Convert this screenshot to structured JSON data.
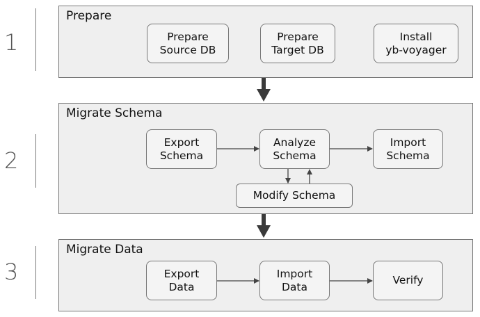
{
  "steps": [
    {
      "number": "1",
      "title": "Prepare",
      "boxes": [
        [
          "Prepare",
          "Source DB"
        ],
        [
          "Prepare",
          "Target DB"
        ],
        [
          "Install",
          "yb-voyager"
        ]
      ]
    },
    {
      "number": "2",
      "title": "Migrate Schema",
      "boxes": [
        [
          "Export",
          "Schema"
        ],
        [
          "Analyze",
          "Schema"
        ],
        [
          "Import",
          "Schema"
        ],
        [
          "Modify Schema"
        ]
      ]
    },
    {
      "number": "3",
      "title": "Migrate Data",
      "boxes": [
        [
          "Export",
          "Data"
        ],
        [
          "Import",
          "Data"
        ],
        [
          "Verify"
        ]
      ]
    }
  ],
  "colors": {
    "stage_fill": "#efefef",
    "box_fill": "#f4f4f4",
    "border": "#777777",
    "arrow": "#444444",
    "big_arrow": "#3a3a3a"
  }
}
